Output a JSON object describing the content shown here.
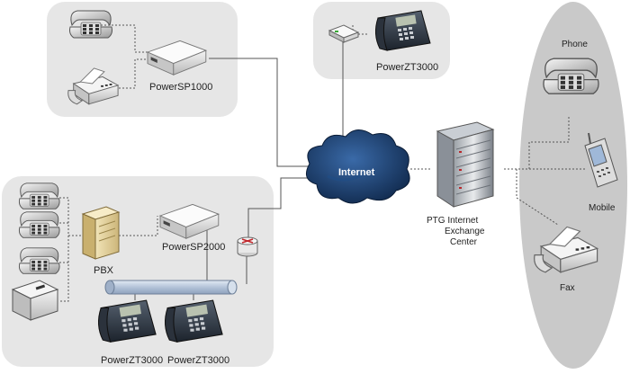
{
  "labels": {
    "powersp1000": "PowerSP1000",
    "powerzt3000_top": "PowerZT3000",
    "internet": "Internet",
    "ptg_line1": "PTG Internet",
    "ptg_line2": "Exchange",
    "ptg_line3": "Center",
    "phone": "Phone",
    "mobile": "Mobile",
    "fax": "Fax",
    "pbx": "PBX",
    "powersp2000": "PowerSP2000",
    "powerzt3000_left": "PowerZT3000",
    "powerzt3000_right": "PowerZT3000"
  },
  "colors": {
    "panel": "#e6e6e6",
    "ellipse": "#c9c9c9",
    "cloud": "#14335e",
    "bus": "#b9c8dc",
    "line": "#555555"
  },
  "icons": [
    "desk-phone-icon",
    "fax-machine-icon",
    "gateway-box-icon",
    "ip-phone-icon",
    "cloud-icon",
    "server-rack-icon",
    "mobile-phone-icon",
    "pbx-tower-icon",
    "printer-icon",
    "router-icon"
  ]
}
